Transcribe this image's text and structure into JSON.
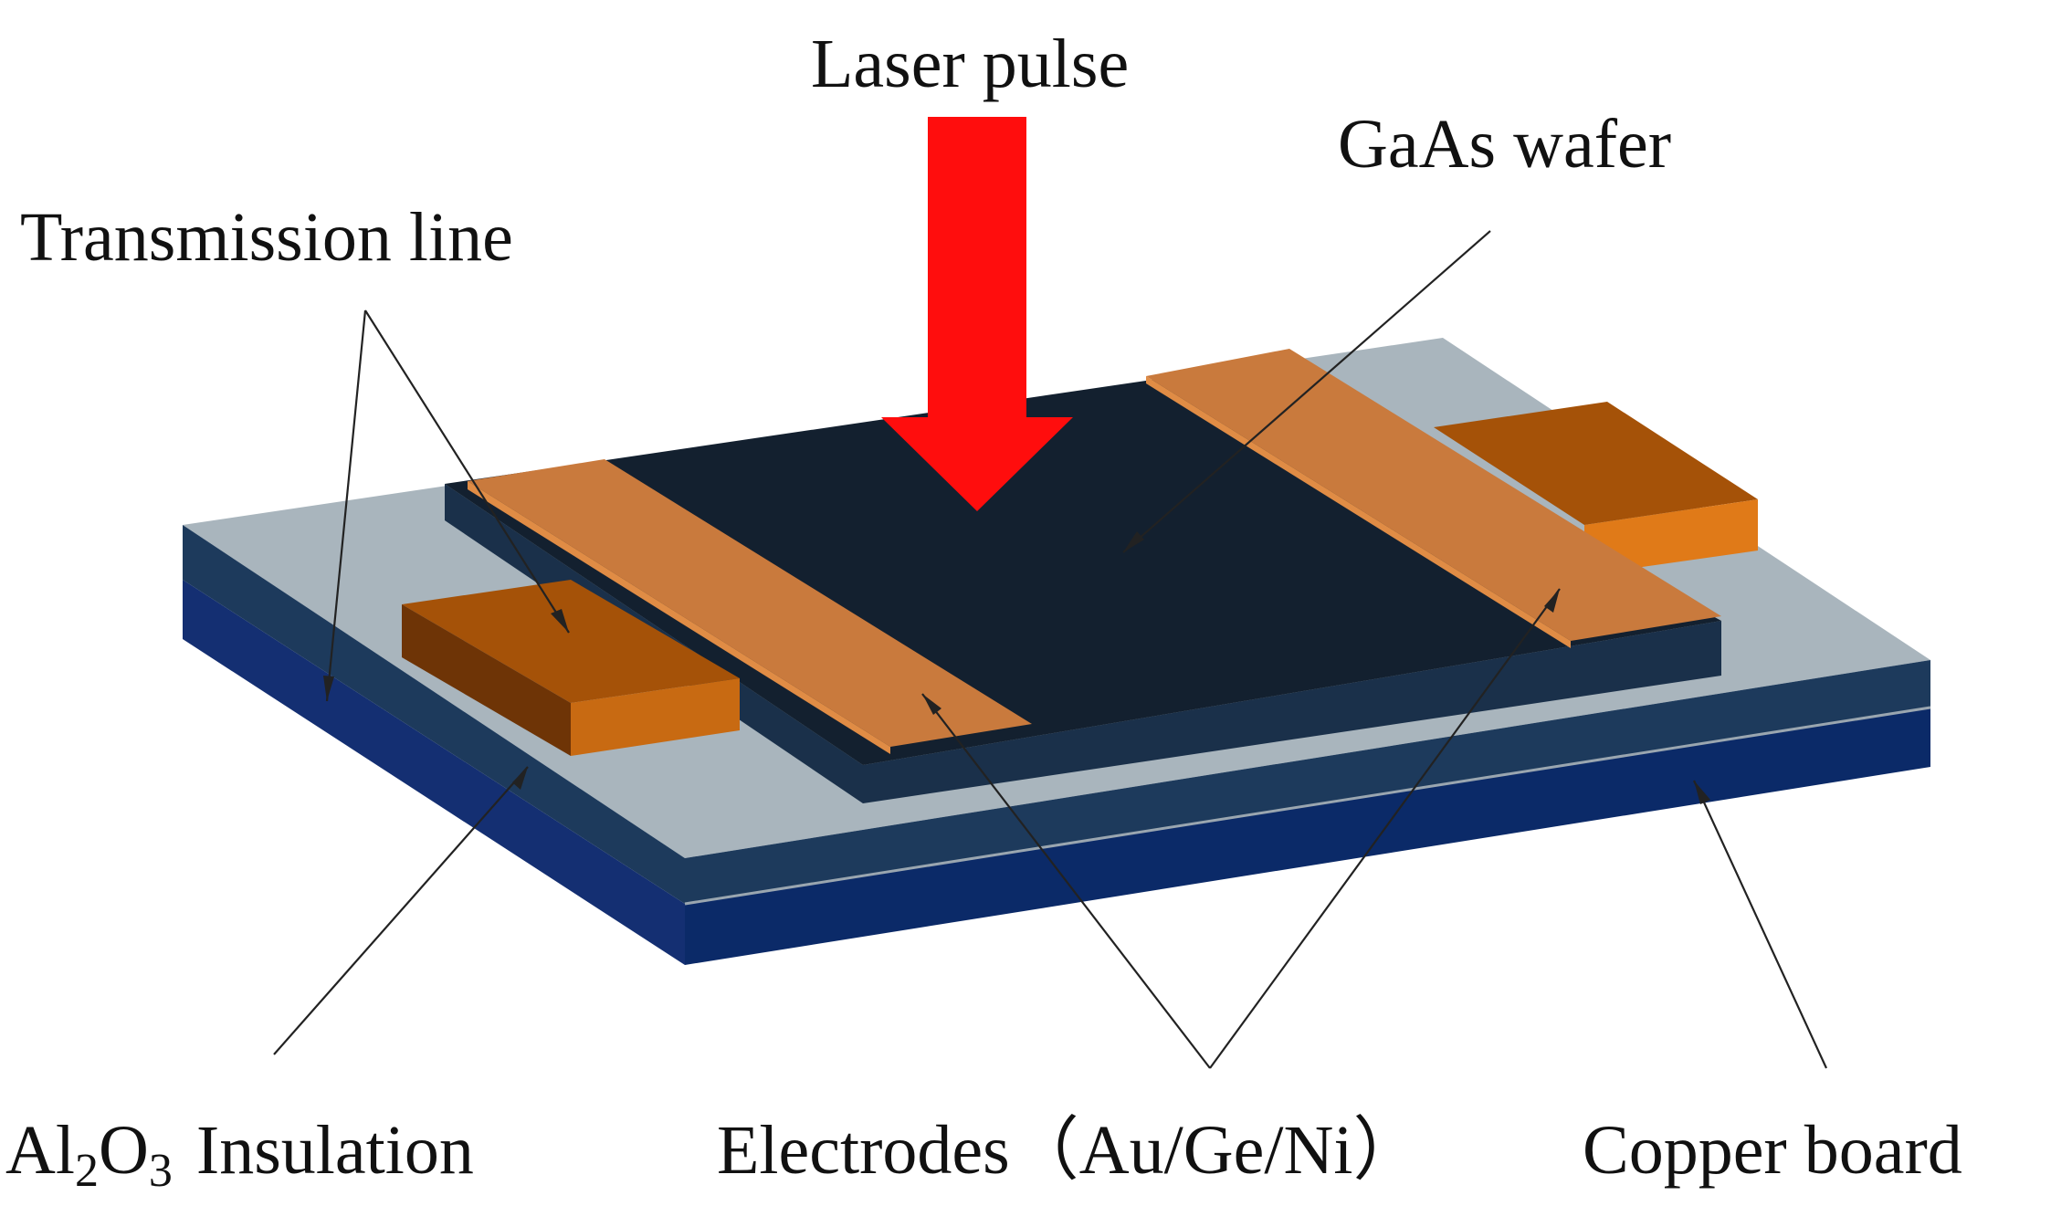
{
  "labels": {
    "laser_pulse": "Laser pulse",
    "gaas_wafer": "GaAs wafer",
    "transmission_line": "Transmission line",
    "al2o3": {
      "prefix": "Al",
      "sub1": "2",
      "mid": "O",
      "sub2": "3",
      "suffix": "Insulation"
    },
    "electrodes": "Electrodes（Au/Ge/Ni）",
    "copper_board": "Copper board"
  },
  "colors": {
    "background": "#ffffff",
    "laser_arrow": "#ff0d0d",
    "gaas_top": "#13202f",
    "gaas_side": "#1a304a",
    "electrode_top": "#c97a3d",
    "electrode_edge": "#e08c45",
    "transmission_front": "#c86a12",
    "transmission_top": "#a55208",
    "transmission_side": "#6e3406",
    "alumina_top": "#a9b5bd",
    "alumina_side": "#1d3a5c",
    "copper_side": "#0b2a68",
    "copper_edge": "#142f72",
    "leader_line": "#222222"
  }
}
